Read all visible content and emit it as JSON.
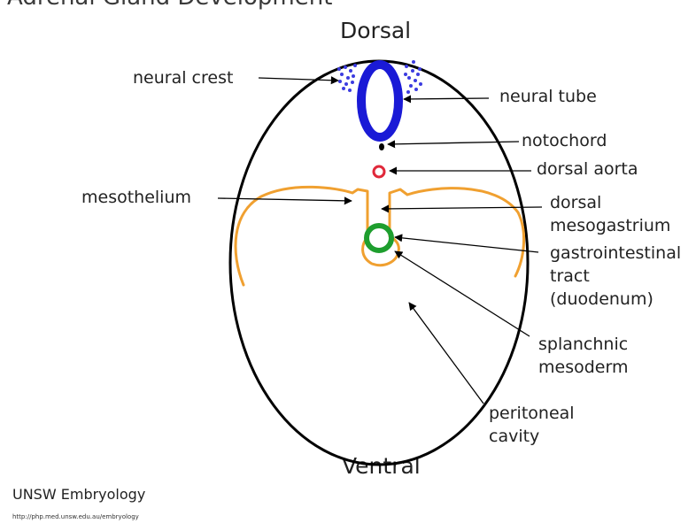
{
  "title": "Adrenal Gland Development",
  "orientation": {
    "top": "Dorsal",
    "bottom": "Ventral"
  },
  "labels": {
    "neural_crest": "neural crest",
    "neural_tube": "neural tube",
    "notochord": "notochord",
    "dorsal_aorta": "dorsal aorta",
    "mesothelium": "mesothelium",
    "dorsal_mesogastrium_1": "dorsal",
    "dorsal_mesogastrium_2": "mesogastrium",
    "gi_tract_1": "gastrointestinal",
    "gi_tract_2": "tract",
    "gi_tract_3": "(duodenum)",
    "splanchnic_1": "splanchnic",
    "splanchnic_2": "mesoderm",
    "peritoneal_1": "peritoneal",
    "peritoneal_2": "cavity"
  },
  "credit": "UNSW Embryology",
  "url": "http://php.med.unsw.edu.au/embryology",
  "colors": {
    "neural_tube": "#1a1ad6",
    "neural_crest": "#3c3ce0",
    "mesoderm": "#f0a030",
    "gut": "#1e9e2e",
    "aorta": "#e0283a",
    "outline": "#000000"
  }
}
